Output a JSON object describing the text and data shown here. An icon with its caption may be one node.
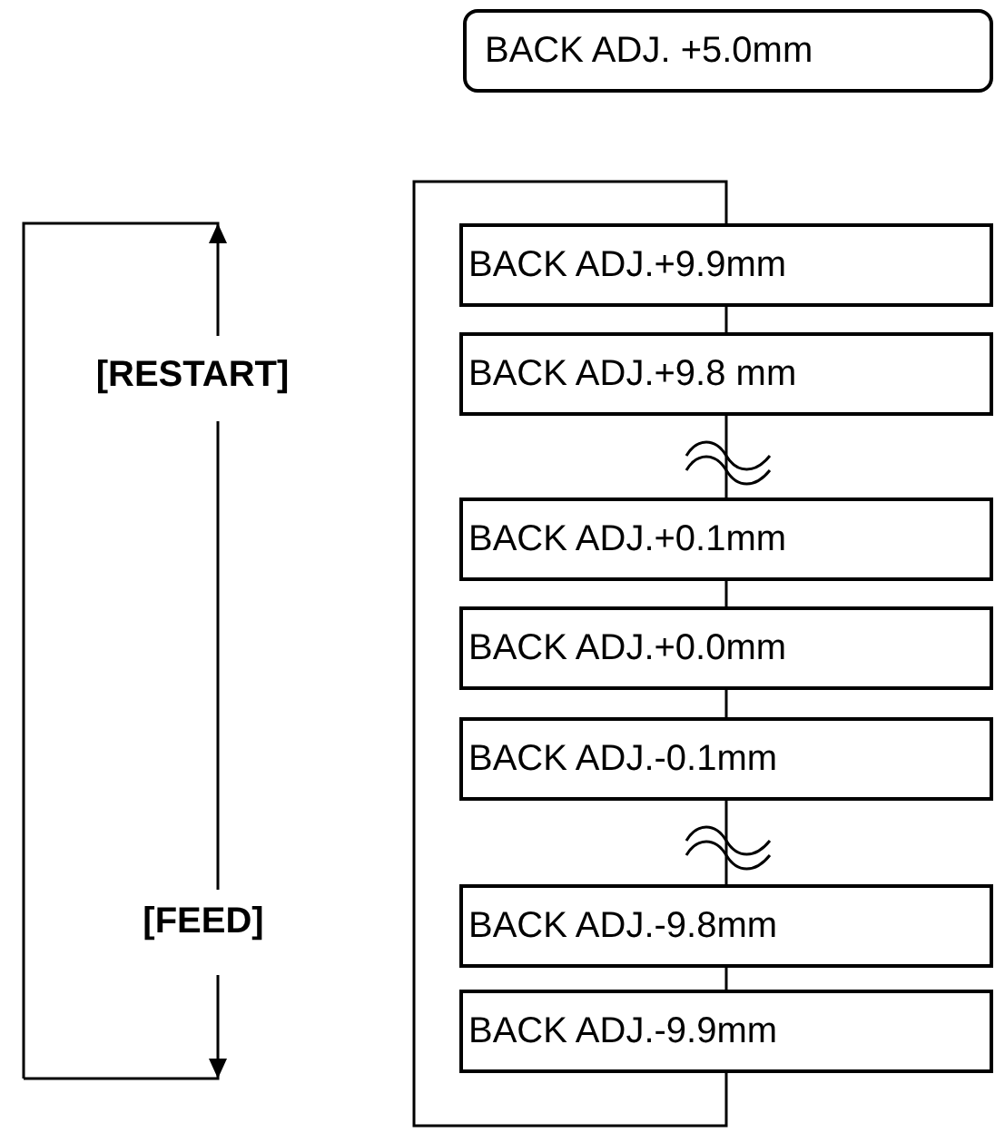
{
  "diagram": {
    "nodes": [
      {
        "text": [
          "BACK ADJ. +5.0mm"
        ]
      },
      {
        "text": [
          "BACK ADJ.+9.9mm"
        ]
      },
      {
        "text": [
          "BACK ADJ.+9.8 mm"
        ]
      },
      {
        "text": [
          "BACK ADJ.+0.1mm"
        ]
      },
      {
        "text": [
          "BACK ADJ.+0.0mm"
        ]
      },
      {
        "text": [
          "BACK ADJ.-0.1mm"
        ]
      },
      {
        "text": [
          "BACK ADJ.-9.8mm"
        ]
      },
      {
        "text": [
          "BACK ADJ.-9.9mm"
        ]
      }
    ],
    "edges": [
      {
        "from": 1,
        "to": 2,
        "arrow": "none"
      },
      {
        "from": 2,
        "to": 3,
        "arrow": "none"
      },
      {
        "from": 3,
        "to": 4,
        "arrow": "none"
      },
      {
        "from": 4,
        "to": 5,
        "arrow": "none"
      },
      {
        "from": 5,
        "to": 6,
        "arrow": "none"
      },
      {
        "from": 6,
        "to": 7,
        "arrow": "none"
      },
      {
        "from": 7,
        "to": 1,
        "arrow": "none"
      }
    ],
    "labels": [
      "[RESTART]",
      "[FEED]"
    ]
  }
}
